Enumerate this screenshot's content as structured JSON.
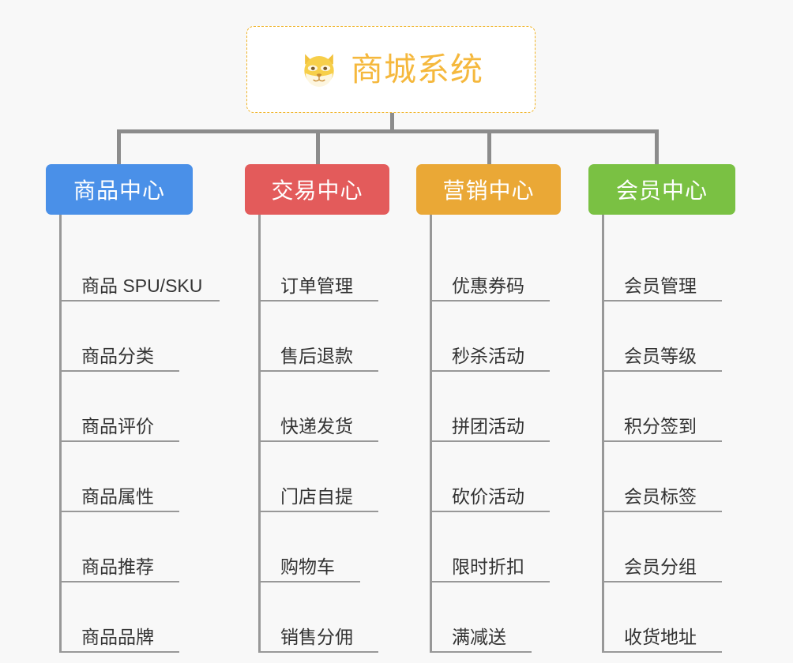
{
  "diagram": {
    "type": "mind-map",
    "background_color": "#f8f8f8",
    "root": {
      "title": "商城系统",
      "icon": "dog-face-icon",
      "text_color": "#f5b83d",
      "border_color": "#f0b429",
      "background_color": "#ffffff"
    },
    "connector_color": "#8c8c8c",
    "leaf_rule_color": "#989898",
    "leaf_text_color": "#333333",
    "branches": [
      {
        "label": "商品中心",
        "color": "#4a90e8",
        "items": [
          "商品 SPU/SKU",
          "商品分类",
          "商品评价",
          "商品属性",
          "商品推荐",
          "商品品牌"
        ]
      },
      {
        "label": "交易中心",
        "color": "#e35b5b",
        "items": [
          "订单管理",
          "售后退款",
          "快递发货",
          "门店自提",
          "购物车",
          "销售分佣"
        ]
      },
      {
        "label": "营销中心",
        "color": "#eaa836",
        "items": [
          "优惠券码",
          "秒杀活动",
          "拼团活动",
          "砍价活动",
          "限时折扣",
          "满减送"
        ]
      },
      {
        "label": "会员中心",
        "color": "#7ac143",
        "items": [
          "会员管理",
          "会员等级",
          "积分签到",
          "会员标签",
          "会员分组",
          "收货地址"
        ]
      }
    ]
  }
}
